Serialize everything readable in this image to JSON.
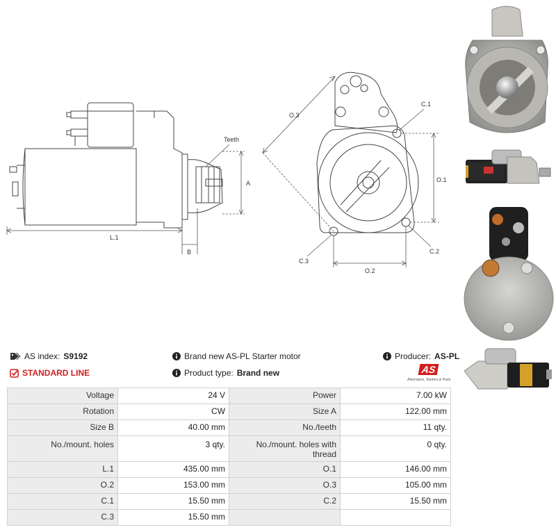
{
  "drawing": {
    "teeth": "Teeth",
    "a": "A",
    "b": "B",
    "l1": "L.1",
    "o1": "O.1",
    "o2": "O.2",
    "o3": "O.3",
    "c1": "C.1",
    "c2": "C.2",
    "c3": "C.3"
  },
  "info": {
    "as_index_label": "AS index:",
    "as_index_value": "S9192",
    "line": "STANDARD LINE",
    "description": "Brand new AS-PL Starter motor",
    "product_type_label": "Product type:",
    "product_type_value": "Brand new",
    "producer_label": "Producer:",
    "producer_value": "AS-PL",
    "logo_text": "AS",
    "logo_tagline": "Alternators, Starters & Parts"
  },
  "specs": [
    [
      "Voltage",
      "24 V",
      "Power",
      "7.00 kW"
    ],
    [
      "Rotation",
      "CW",
      "Size A",
      "122.00 mm"
    ],
    [
      "Size B",
      "40.00 mm",
      "No./teeth",
      "11 qty."
    ],
    [
      "No./mount. holes",
      "3 qty.",
      "No./mount. holes with thread",
      "0 qty."
    ],
    [
      "L.1",
      "435.00 mm",
      "O.1",
      "146.00 mm"
    ],
    [
      "O.2",
      "153.00 mm",
      "O.3",
      "105.00 mm"
    ],
    [
      "C.1",
      "15.50 mm",
      "C.2",
      "15.50 mm"
    ],
    [
      "C.3",
      "15.50 mm",
      "",
      ""
    ]
  ],
  "colors": {
    "accent_red": "#d21e1e",
    "table_key_bg": "#ececec",
    "table_border": "#d0d0d0"
  }
}
